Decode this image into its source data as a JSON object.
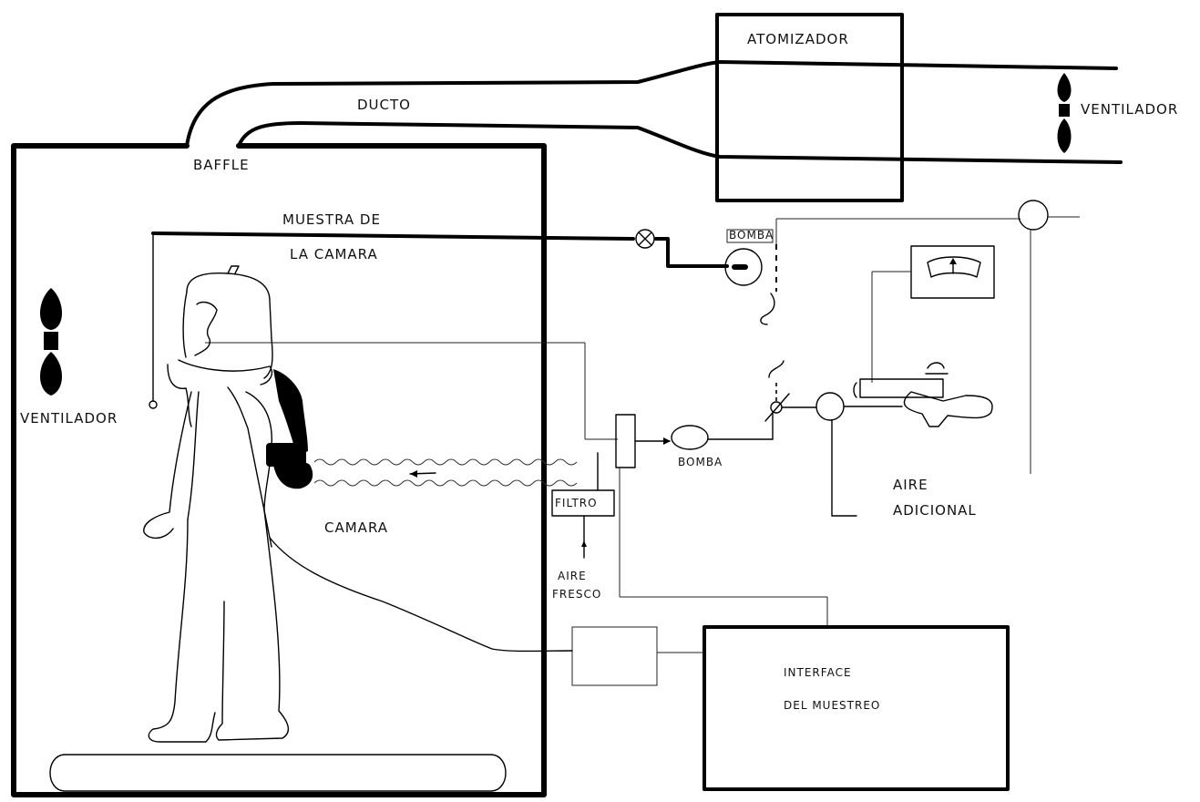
{
  "labels": {
    "atomizador": "ATOMIZADOR",
    "ducto": "DUCTO",
    "ventilador_right": "VENTILADOR",
    "baffle": "BAFFLE",
    "muestra_1": "MUESTRA DE",
    "muestra_2": "LA CAMARA",
    "bomba_top": "BOMBA",
    "ventilador_left": "VENTILADOR",
    "bomba_mid": "BOMBA",
    "aire_adicional_1": "AIRE",
    "aire_adicional_2": "ADICIONAL",
    "filtro": "FILTRO",
    "aire_fresco_1": "AIRE",
    "aire_fresco_2": "FRESCO",
    "camara": "CAMARA",
    "interface_1": "INTERFACE",
    "interface_2": "DEL MUESTREO"
  }
}
